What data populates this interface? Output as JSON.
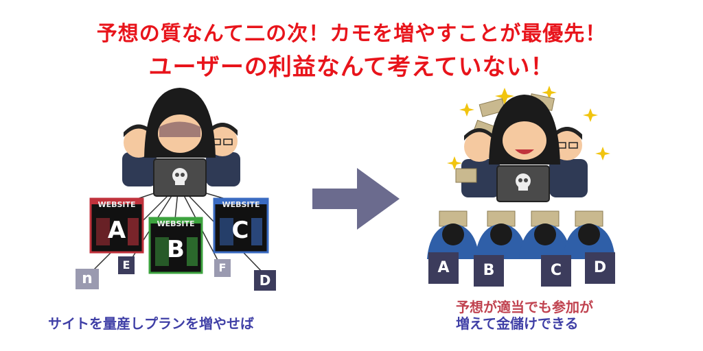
{
  "headline": {
    "line1": "予想の質なんて二の次！カモを増やすことが最優先！",
    "line2": "ユーザーの利益なんて考えていない！"
  },
  "left_scene": {
    "websites": [
      {
        "brand": "WEBSITE",
        "letter": "A",
        "color": "#c0323c"
      },
      {
        "brand": "WEBSITE",
        "letter": "B",
        "color": "#3da33f"
      },
      {
        "brand": "WEBSITE",
        "letter": "C",
        "color": "#3a6bc2"
      }
    ],
    "small_tags": [
      "n",
      "E",
      "F",
      "D"
    ],
    "caption": "サイトを量産しプランを増やせば"
  },
  "right_scene": {
    "user_tags": [
      "A",
      "B",
      "C",
      "D"
    ],
    "caption_line1": "予想が適当でも参加が",
    "caption_line2": "増えて金儲けできる"
  },
  "colors": {
    "headline": "#e8141b",
    "caption_blue": "#3f3fa6",
    "caption_red": "#c0424f",
    "arrow": "#6b6b8e"
  }
}
